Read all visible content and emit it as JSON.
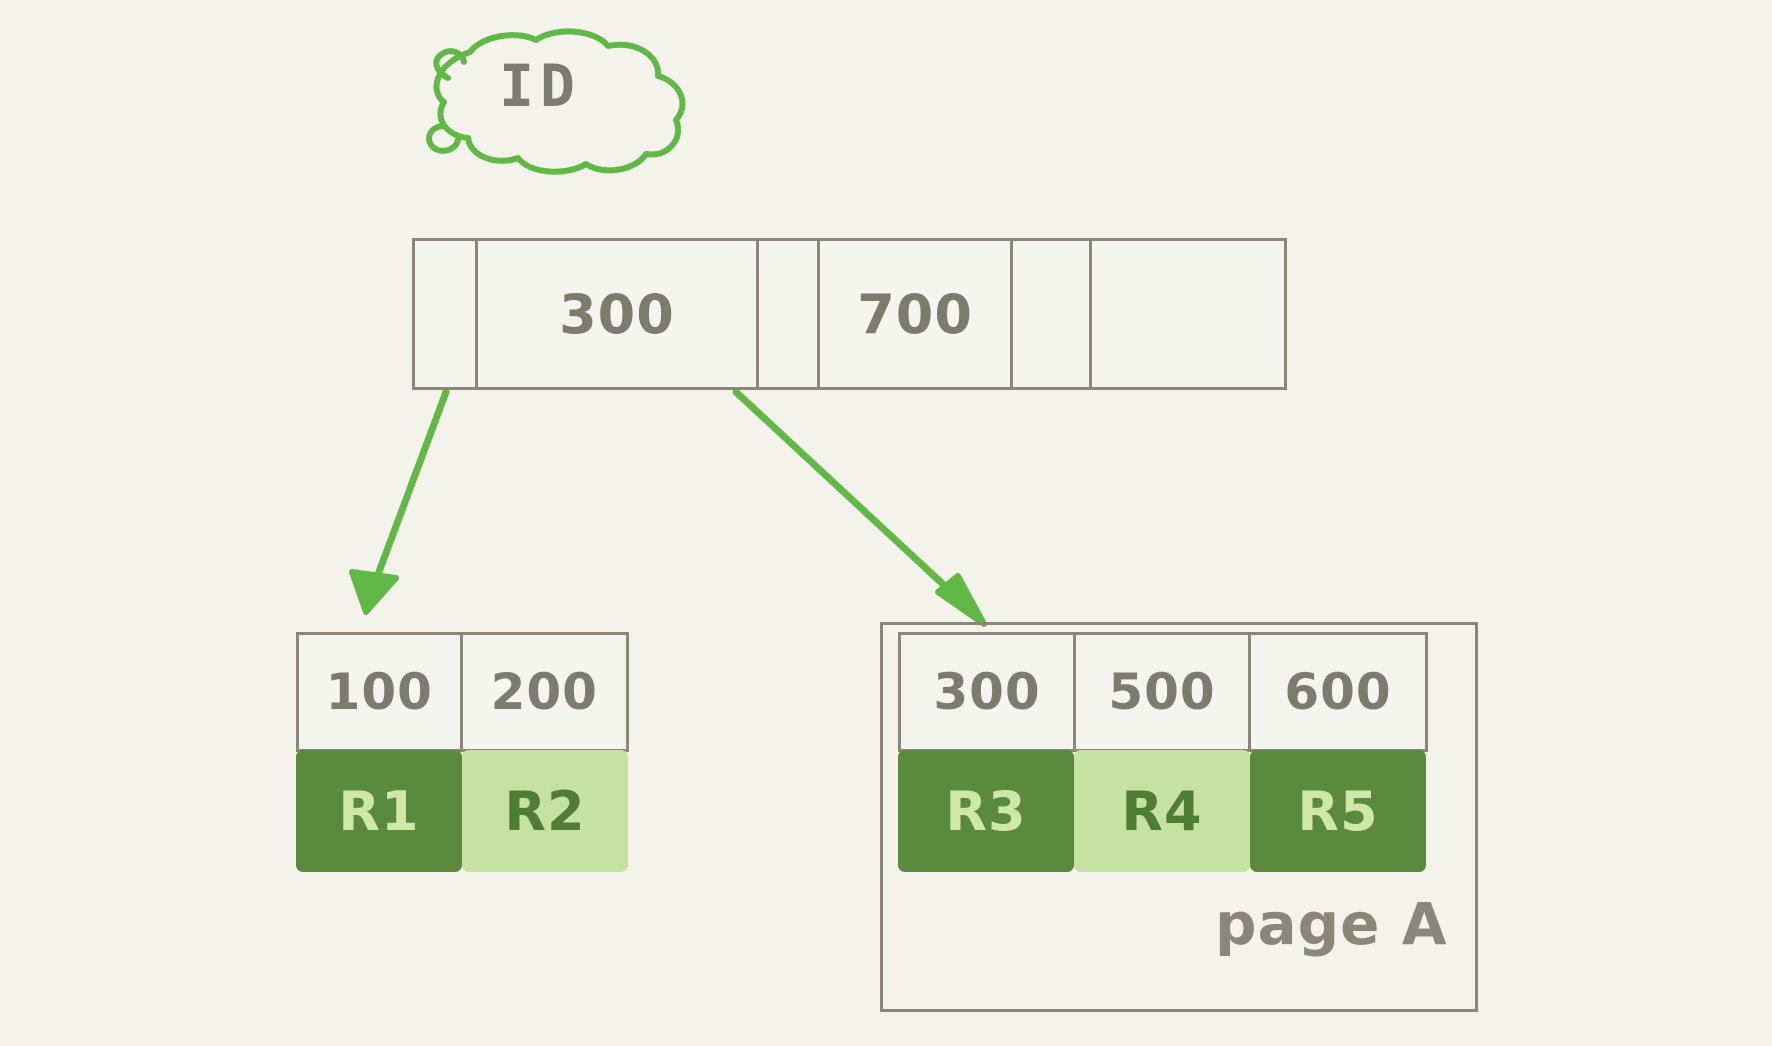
{
  "diagram": {
    "title_bubble": {
      "label": "ID",
      "icon": "cloud-bubble",
      "stroke_color": "#62b846"
    },
    "background_color": "#f3f3ec",
    "ink_color": "#8a8779",
    "accent_green": "#62b846",
    "record_dark_green": "#5a8b3d",
    "record_light_green": "#c6e2a3",
    "root_node": {
      "name": "root-index-node",
      "cells": [
        {
          "type": "pointer",
          "label": ""
        },
        {
          "type": "key",
          "label": "300"
        },
        {
          "type": "pointer",
          "label": ""
        },
        {
          "type": "key",
          "label": "700"
        },
        {
          "type": "pointer",
          "label": ""
        },
        {
          "type": "key",
          "label": ""
        }
      ]
    },
    "leaf_left": {
      "name": "leaf-node-left",
      "keys": [
        "100",
        "200"
      ],
      "records": [
        {
          "label": "R1",
          "shade": "dark"
        },
        {
          "label": "R2",
          "shade": "light"
        }
      ]
    },
    "leaf_right": {
      "name": "leaf-node-page-a",
      "page_label": "page A",
      "keys": [
        "300",
        "500",
        "600"
      ],
      "records": [
        {
          "label": "R3",
          "shade": "dark"
        },
        {
          "label": "R4",
          "shade": "light"
        },
        {
          "label": "R5",
          "shade": "dark"
        }
      ]
    },
    "arrows": [
      {
        "name": "arrow-root-to-left-leaf",
        "from": "root-pointer-0",
        "to": "leaf-node-left"
      },
      {
        "name": "arrow-root-to-right-leaf",
        "from": "root-pointer-1",
        "to": "leaf-node-page-a"
      }
    ]
  }
}
